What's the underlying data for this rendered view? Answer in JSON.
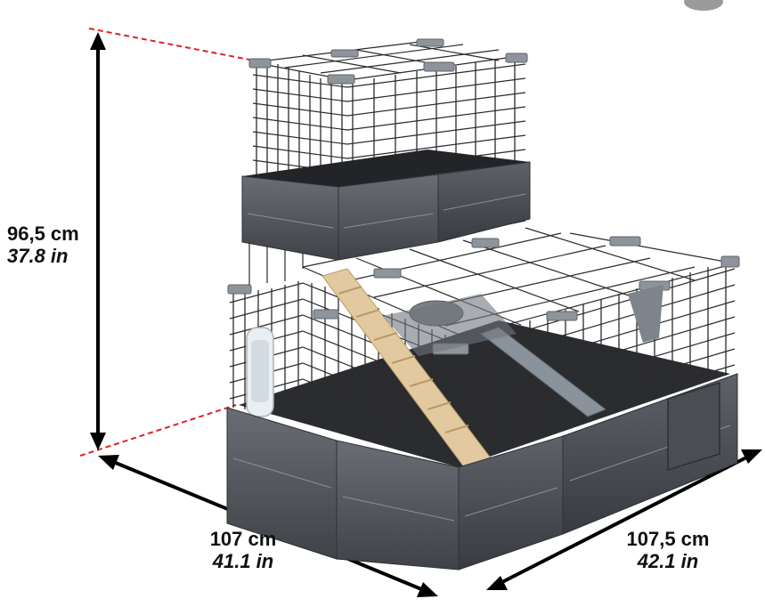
{
  "dimensions": {
    "height": {
      "cm": "96,5 cm",
      "in": "37.8 in"
    },
    "width": {
      "cm": "107 cm",
      "in": "41.1 in"
    },
    "depth": {
      "cm": "107,5 cm",
      "in": "42.1 in"
    }
  },
  "colors": {
    "arrow": "#000000",
    "guide": "#d9232a",
    "base": "#55595f",
    "wire": "#2b2b2b",
    "ramp_wood": "#e3c9a0",
    "ramp_grey": "#8a929c"
  }
}
